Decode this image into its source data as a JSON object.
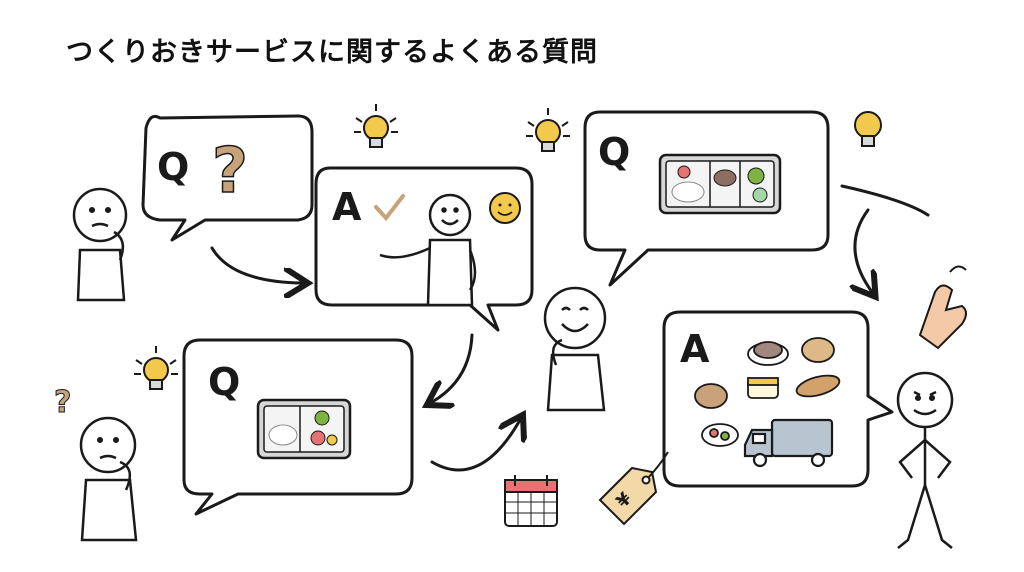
{
  "title": "つくりおきサービスに関するよくある質問",
  "bubbles": [
    {
      "letter": "Q"
    },
    {
      "letter": "A"
    },
    {
      "letter": "Q"
    },
    {
      "letter": "A"
    },
    {
      "letter": "Q"
    }
  ],
  "price_tag_symbol": "¥",
  "colors": {
    "ink": "#1a1a1a",
    "bulb": "#f2c94c",
    "accent_tan": "#c8a27a",
    "bento_green": "#7cb342",
    "bento_red": "#e57373",
    "truck": "#b8c4cf",
    "skin": "#f3c9a8"
  }
}
